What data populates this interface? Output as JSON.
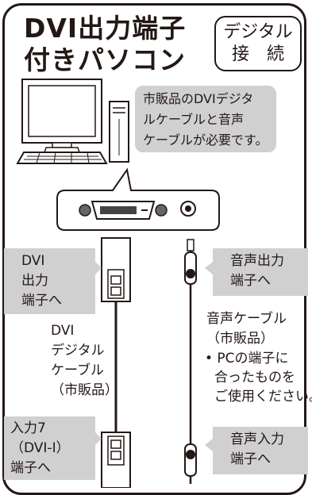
{
  "title": {
    "line1": "DVI出力端子",
    "line2": "付きパソコン"
  },
  "badge": {
    "line1": "デジタル",
    "line2": "接　続"
  },
  "note": {
    "lines": [
      "市販品のDVIデジタ",
      "ルケーブルと音声",
      "ケーブルが必要です。"
    ]
  },
  "labels": {
    "dvi_out": [
      "DVI",
      "出力",
      "端子へ"
    ],
    "audio_out": [
      "音声出力",
      "端子へ"
    ],
    "audio_cable": [
      "音声ケーブル",
      "（市販品）"
    ],
    "audio_note": [
      "• PCの端子に",
      "合ったものを",
      "ご使用ください。"
    ],
    "dvi_cable": [
      "DVI",
      "デジタル",
      "ケーブル",
      "（市販品）"
    ],
    "input7": [
      "入力7",
      "（DVI-I）",
      "端子へ"
    ],
    "audio_in": [
      "音声入力",
      "端子へ"
    ]
  }
}
